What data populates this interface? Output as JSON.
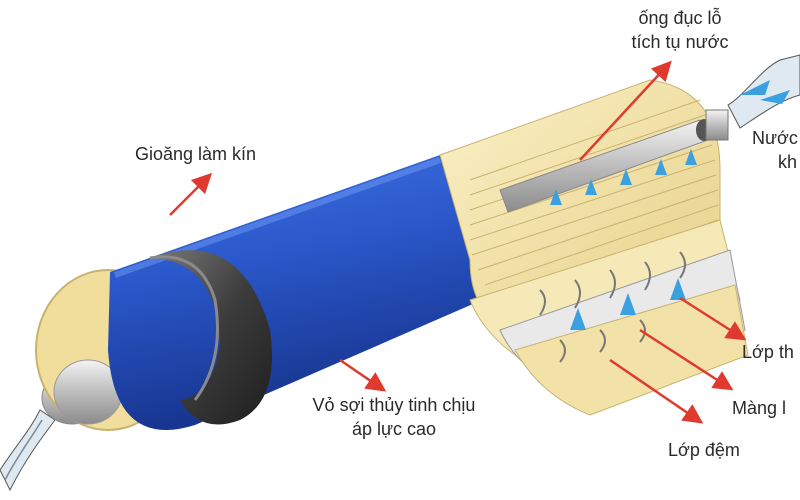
{
  "labels": {
    "gasket": "Gioăng làm kín",
    "tube_line1": "ống đục lỗ",
    "tube_line2": "tích tụ nước",
    "clean_water_line1": "Nước",
    "clean_water_line2": "kh",
    "housing_line1": "Vỏ sợi thủy tinh chịu",
    "housing_line2": "áp lực cao",
    "layer_top": "Lớp th",
    "membrane": "Màng l",
    "spacer": "Lớp đệm"
  },
  "colors": {
    "housing_blue": "#2a57c9",
    "gasket_gray": "#4a4a4a",
    "membrane_cream": "#f3e2a8",
    "arrow_red": "#e03a2f",
    "flow_blue": "#3aa0e0"
  }
}
